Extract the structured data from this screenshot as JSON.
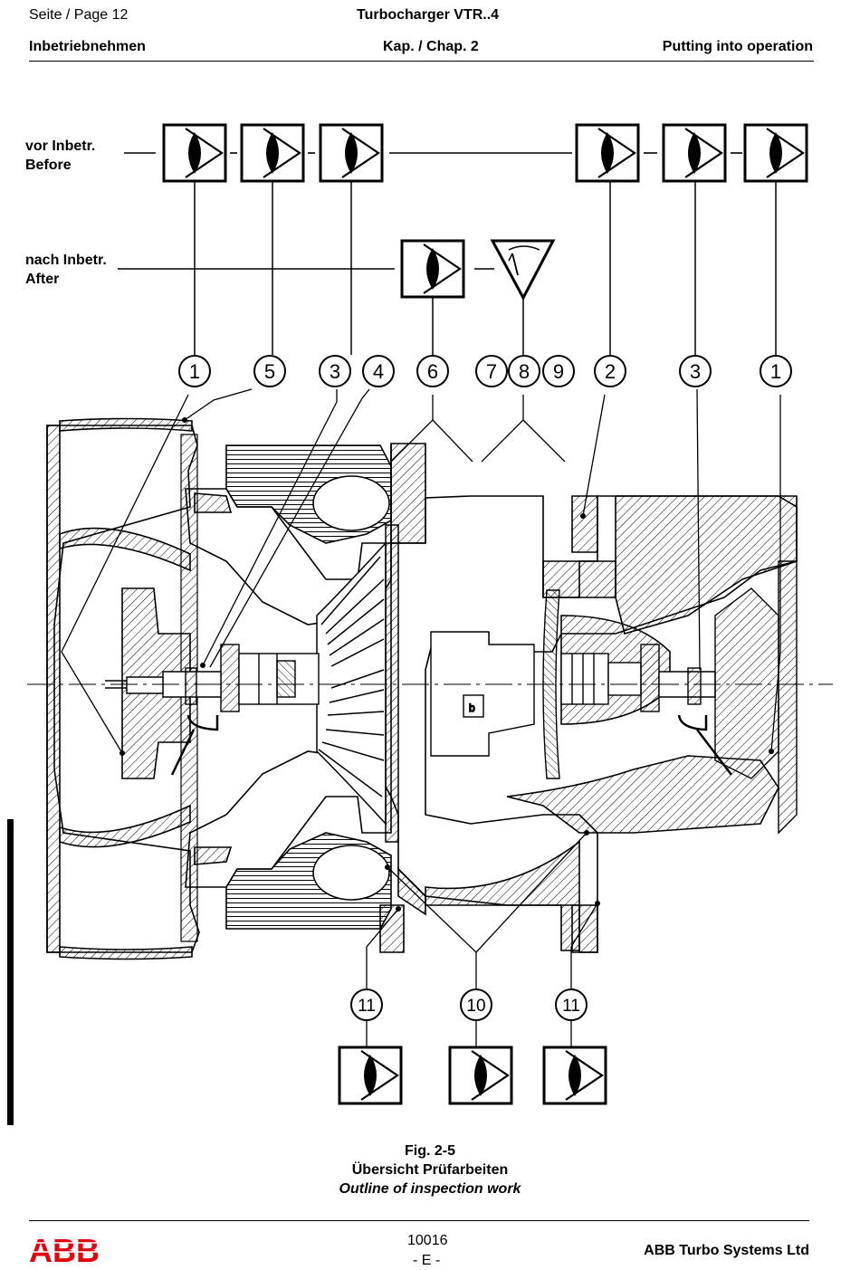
{
  "header": {
    "page_label": "Seite / Page  12",
    "title": "Turbocharger VTR..4",
    "section_de": "Inbetriebnehmen",
    "chapter": "Kap. / Chap. 2",
    "section_en": "Putting into operation"
  },
  "labels": {
    "before_de": "vor Inbetr.",
    "before_en": "Before",
    "after_de": "nach Inbetr.",
    "after_en": "After"
  },
  "callouts": {
    "top": [
      "1",
      "5",
      "3",
      "4",
      "6",
      "7",
      "8",
      "9",
      "2",
      "3",
      "1"
    ],
    "bottom": [
      "11",
      "10",
      "11"
    ]
  },
  "figure": {
    "number": "Fig. 2-5",
    "title_de": "Übersicht Prüfarbeiten",
    "title_en": "Outline of inspection work"
  },
  "footer": {
    "logo": "ABB",
    "doc_number": "10016",
    "language": "- E -",
    "company": "ABB Turbo Systems Ltd"
  },
  "colors": {
    "logo_red": "#e3000f",
    "ink": "#000000"
  },
  "icons": {
    "inspection_symbol": "eye-icon",
    "measure_symbol": "gauge-triangle-icon"
  }
}
